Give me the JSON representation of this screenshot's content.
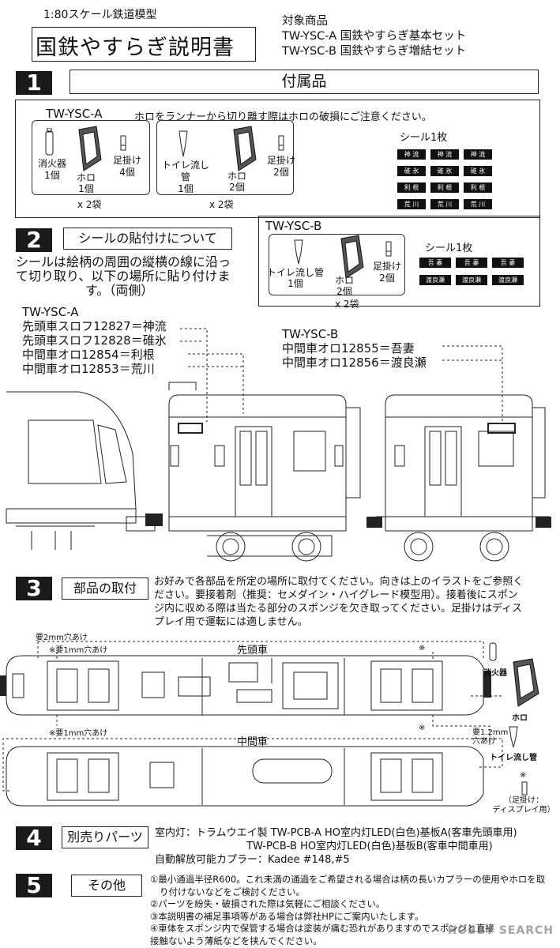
{
  "header": {
    "scale": "1:80スケール鉄道模型",
    "title": "国鉄やすらぎ説明書",
    "targets_heading": "対象商品",
    "targets": [
      "TW-YSC-A 国鉄やすらぎ基本セット",
      "TW-YSC-B 国鉄やすらぎ増結セット"
    ]
  },
  "sec1": {
    "num": "1",
    "title": "付属品",
    "set_a": "TW-YSC-A",
    "caution": "ホロをランナーから切り離す際はホロの破損にご注意ください。",
    "group1": {
      "items": [
        {
          "name": "消火器",
          "qty": "1個"
        },
        {
          "name": "ホロ",
          "qty": "1個"
        },
        {
          "name": "足掛け",
          "qty": "4個"
        }
      ],
      "bags": "x 2袋"
    },
    "group2": {
      "items": [
        {
          "name": "トイレ流し管",
          "qty": "1個"
        },
        {
          "name": "ホロ",
          "qty": "2個"
        },
        {
          "name": "足掛け",
          "qty": "2個"
        }
      ],
      "bags": "x 2袋"
    },
    "sticker_label": "シール1枚",
    "stickers": [
      "神 流",
      "神 流",
      "神 流",
      "碓 氷",
      "碓 氷",
      "碓 氷",
      "利 根",
      "利 根",
      "利 根",
      "荒 川",
      "荒 川",
      "荒 川"
    ]
  },
  "sec2": {
    "num": "2",
    "title": "シールの貼付けについて",
    "text": [
      "シールは絵柄の周囲の縦横の線に沿っ",
      "て切り取り、以下の場所に貼り付けま",
      "す。（両側）"
    ],
    "set_a": "TW-YSC-A",
    "cars_a": [
      "先頭車スロフ12827＝神流",
      "先頭車スロフ12828＝碓氷",
      "中間車オロ12854＝利根",
      "中間車オロ12853＝荒川"
    ],
    "set_b": "TW-YSC-B",
    "cars_b": [
      "中間車オロ12855＝吾妻",
      "中間車オロ12856＝渡良瀬"
    ],
    "b_set_label": "TW-YSC-B",
    "b_items": [
      {
        "name": "トイレ流し管",
        "qty": "1個"
      },
      {
        "name": "ホロ",
        "qty": "2個"
      },
      {
        "name": "足掛け",
        "qty": "2個"
      }
    ],
    "b_bags": "x 2袋",
    "b_sticker_label": "シール1枚",
    "b_stickers": [
      "吾 妻",
      "吾 妻",
      "吾 妻",
      "渡良瀬",
      "渡良瀬",
      "渡良瀬"
    ]
  },
  "sec3": {
    "num": "3",
    "title": "部品の取付",
    "text": [
      "お好みで各部品を所定の場所に取付てください。向きは上のイラストをご参照く",
      "ださい。要接着剤（推奨：セメダイン・ハイグレード模型用）。接着後にスポン",
      "ジ内に収める際は当たる部分のスポンジを欠き取ってください。足掛けはディス",
      "プレイ用で運転には適しません。"
    ],
    "lead_car": "先頭車",
    "mid_car": "中間車",
    "hole2": "要2mm穴あけ",
    "hole1a": "要1mm穴あけ",
    "hole1b": "要1mm穴あけ",
    "hole12a": "要1.2mm",
    "hole12b": "穴あけ",
    "ext": "消火器",
    "horo": "ホロ",
    "toilet": "トイレ流し管",
    "kake1": "（足掛け：",
    "kake2": "ディスプレイ用）",
    "star": "※"
  },
  "sec4": {
    "num": "4",
    "title": "別売りパーツ",
    "lines": [
      "室内灯：トラムウエイ製 TW-PCB-A HO室内灯LED(白色)基板A(客車先頭車用)",
      "TW-PCB-B HO室内灯LED(白色)基板B(客車中間車用)",
      "自動解放可能カプラー：Kadee #148,#5"
    ]
  },
  "sec5": {
    "num": "5",
    "title": "その他",
    "lines": [
      "①最小通過半径R600。これ未満の通過をご希望される場合は柄の長いカプラーの使用やホロを取",
      "り付けないなどをご検討ください。",
      "②パーツを紛失・破損された際は気軽にご相談ください。",
      "③本説明書の補足事項等がある場合は弊社HPにご案内いたします。",
      "④車体をスポンジ内で保管する場合は塗装が痛む恐れがありますのでスポンジと直接",
      "接触ないよう薄紙などを挟んでください。"
    ]
  },
  "watermark": "HOBBY SEARCH"
}
